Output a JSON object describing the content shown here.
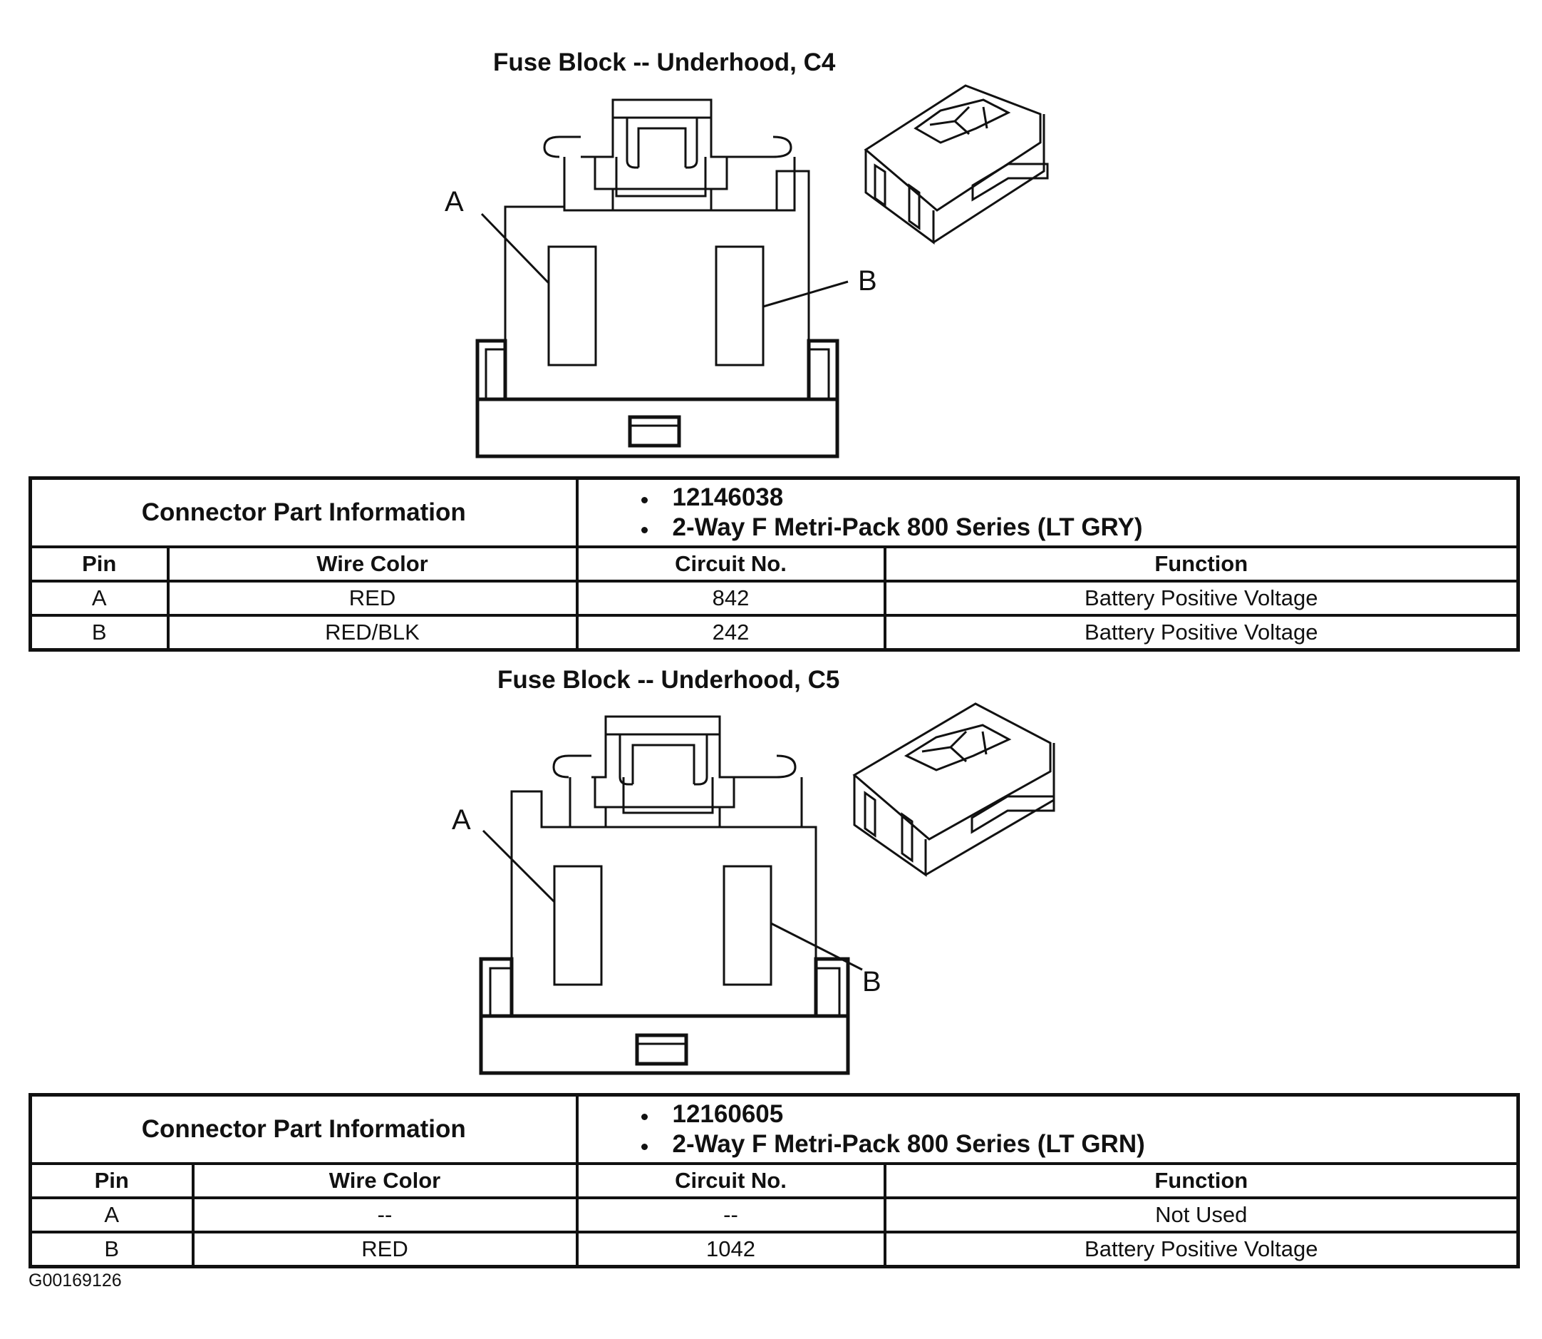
{
  "connectors": [
    {
      "title": "Fuse Block -- Underhood, C4",
      "pin_a_label": "A",
      "pin_b_label": "B",
      "info_label": "Connector Part Information",
      "part_number": "12146038",
      "description": "2-Way F Metri-Pack 800 Series (LT GRY)",
      "columns": [
        "Pin",
        "Wire Color",
        "Circuit No.",
        "Function"
      ],
      "rows": [
        {
          "pin": "A",
          "wire_color": "RED",
          "circuit": "842",
          "function": "Battery Positive Voltage"
        },
        {
          "pin": "B",
          "wire_color": "RED/BLK",
          "circuit": "242",
          "function": "Battery Positive Voltage"
        }
      ]
    },
    {
      "title": "Fuse Block -- Underhood, C5",
      "pin_a_label": "A",
      "pin_b_label": "B",
      "info_label": "Connector Part Information",
      "part_number": "12160605",
      "description": "2-Way F Metri-Pack 800 Series (LT GRN)",
      "columns": [
        "Pin",
        "Wire Color",
        "Circuit No.",
        "Function"
      ],
      "rows": [
        {
          "pin": "A",
          "wire_color": "--",
          "circuit": "--",
          "function": "Not Used"
        },
        {
          "pin": "B",
          "wire_color": "RED",
          "circuit": "1042",
          "function": "Battery Positive Voltage"
        }
      ]
    }
  ],
  "figure_code": "G00169126"
}
